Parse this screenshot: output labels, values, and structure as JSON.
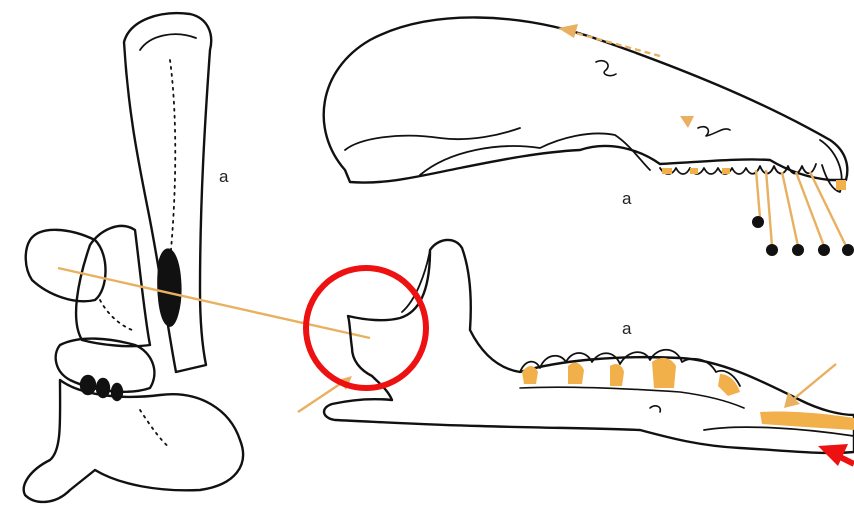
{
  "labels": {
    "skull": "a",
    "vertebra": "a",
    "mandible": "a"
  },
  "colors": {
    "outline": "#111111",
    "tooth_fill": "#f2b04a",
    "pointer": "#e8b060",
    "highlight": "#ee1111",
    "background": "#ffffff"
  },
  "icons": {
    "highlight_marker": "red-circle",
    "pointer_marker": "red-arrow",
    "landmark_marker": "black-dot"
  }
}
